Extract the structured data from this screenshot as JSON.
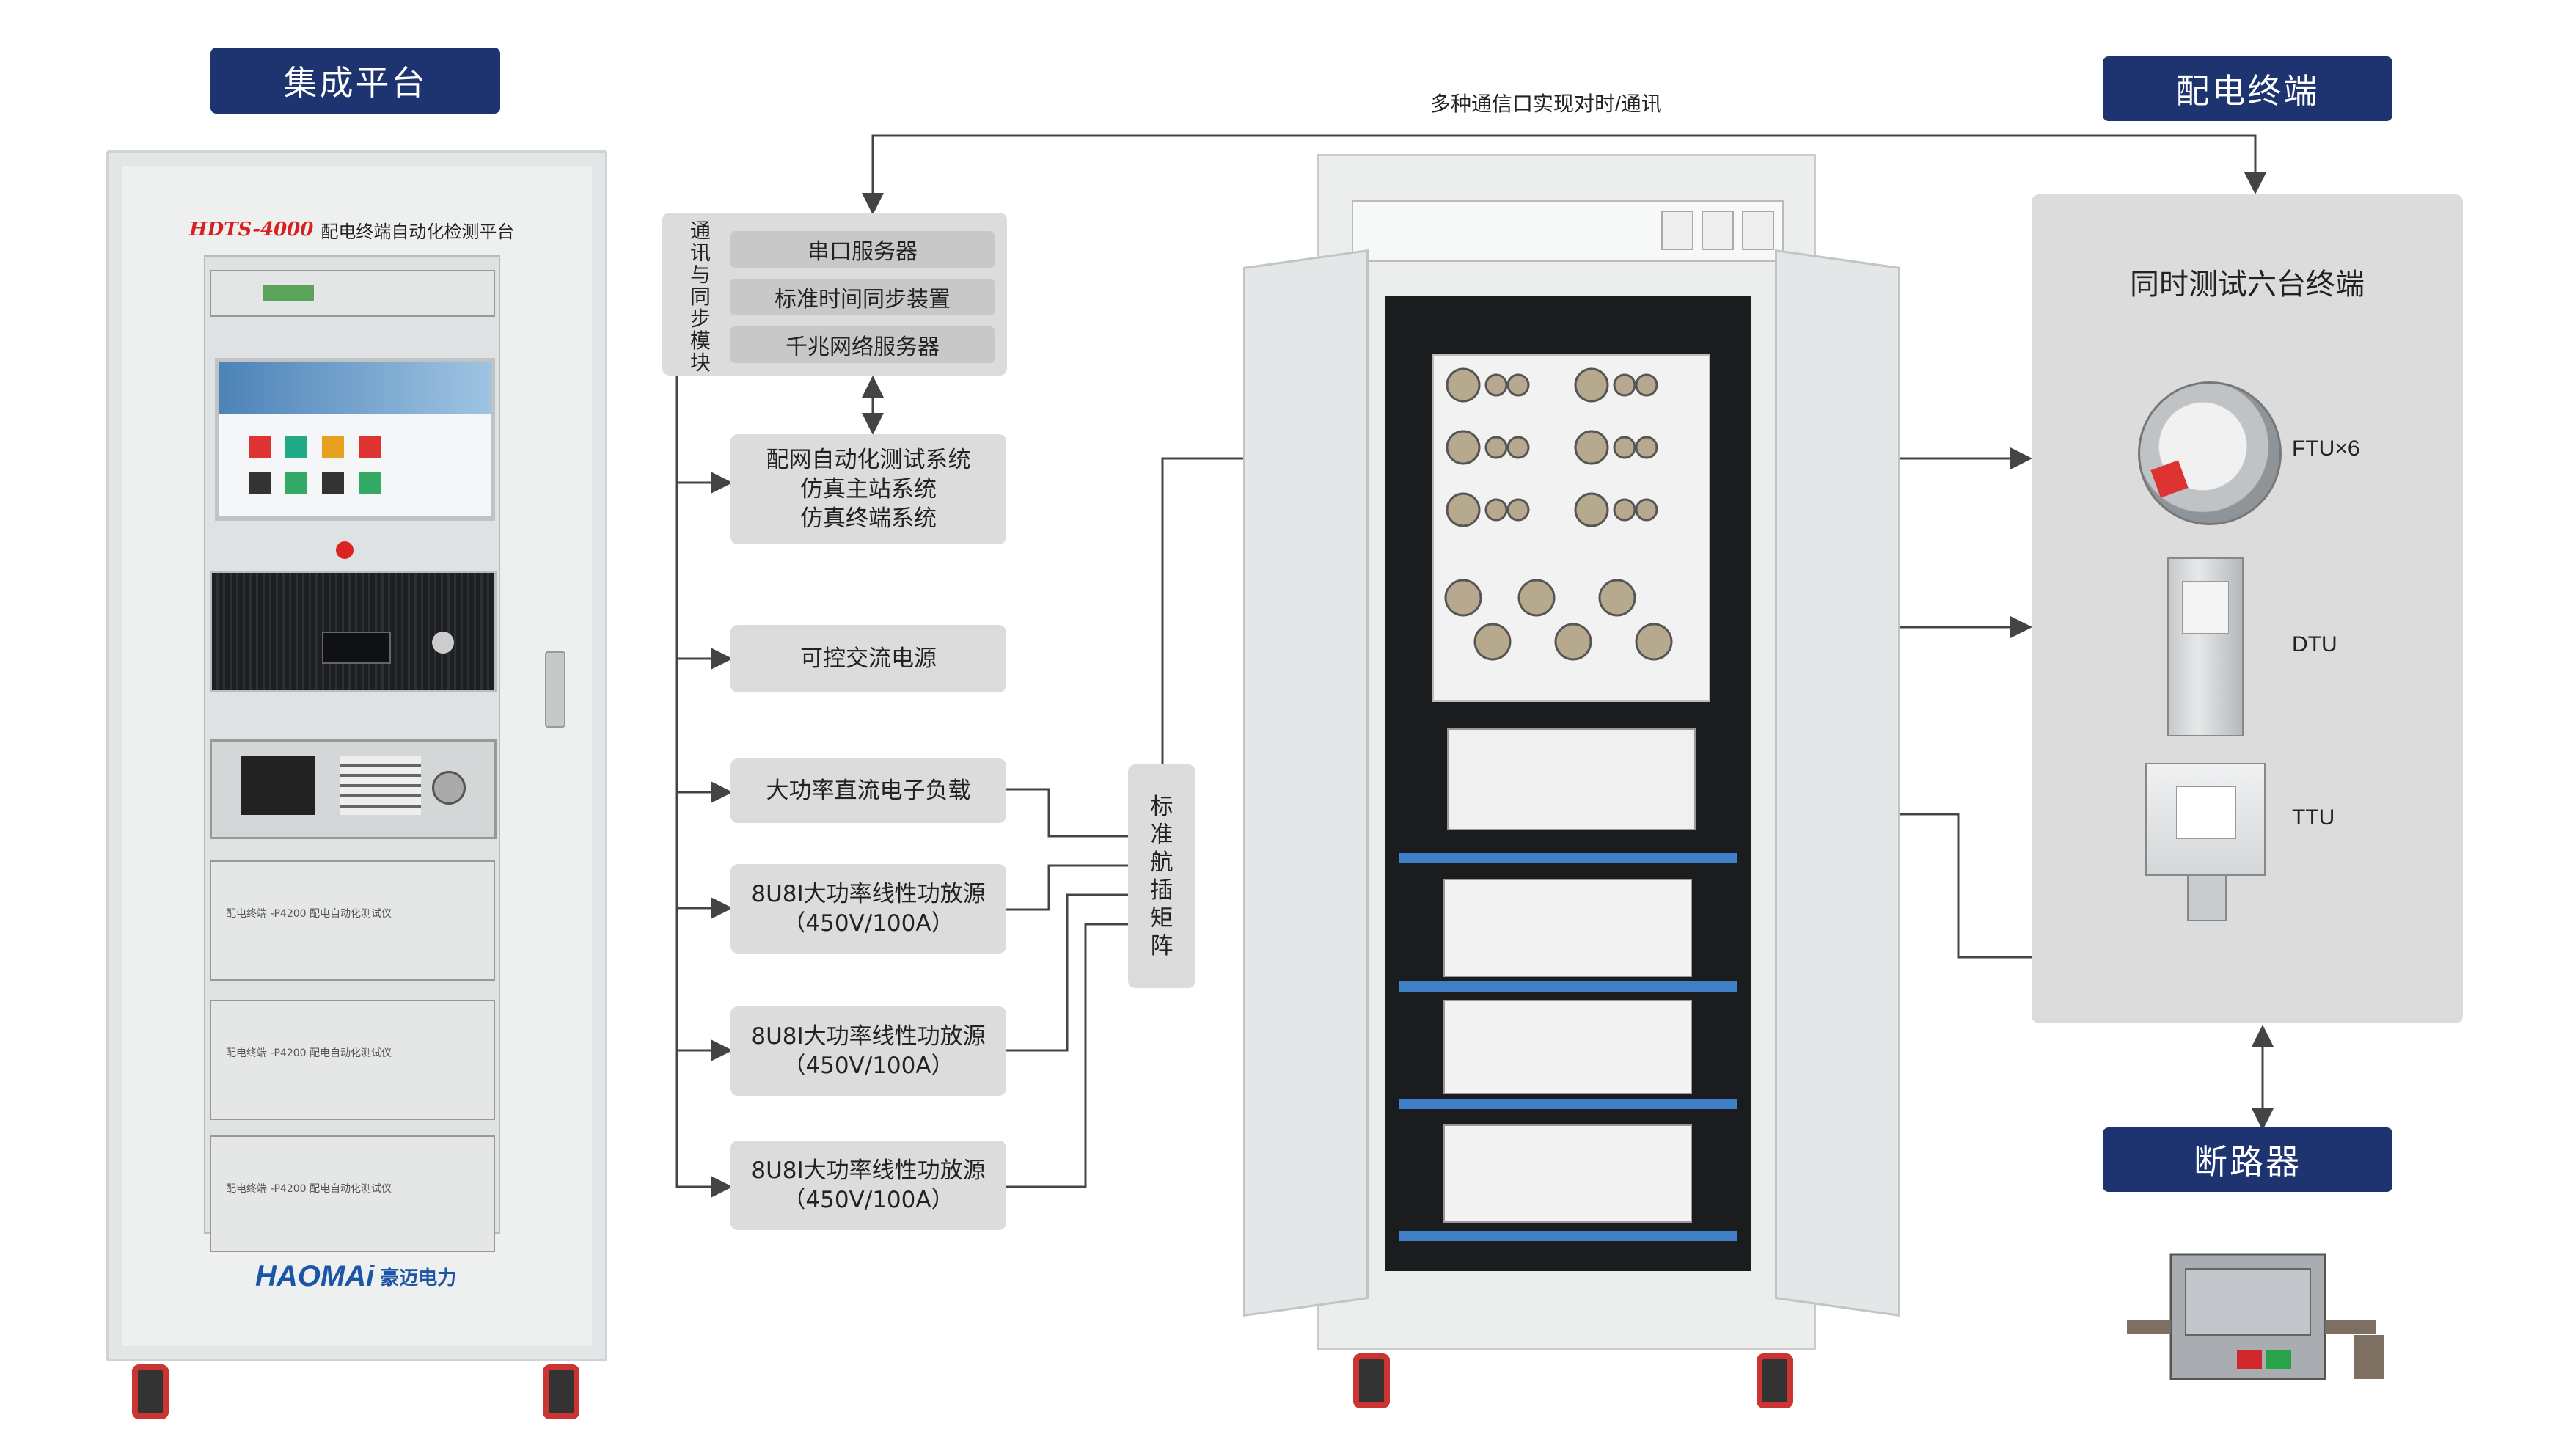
{
  "titles": {
    "platform": "集成平台",
    "terminal": "配电终端",
    "breaker": "断路器"
  },
  "top_note": "多种通信口实现对时/通讯",
  "cabinet_left": {
    "model": "HDTS-4000",
    "name": "配电终端自动化检测平台",
    "brand_en": "HAOMAi",
    "brand_cn": "豪迈电力",
    "panel_text": "配电终端 -P4200 配电自动化测试仪"
  },
  "comm_module": {
    "vertical_label": [
      "通",
      "讯",
      "与",
      "同",
      "步",
      "模",
      "块"
    ],
    "items": [
      "串口服务器",
      "标准时间同步装置",
      "千兆网络服务器"
    ]
  },
  "boxes": {
    "test_system": [
      "配网自动化测试系统",
      "仿真主站系统",
      "仿真终端系统"
    ],
    "ac_source": "可控交流电源",
    "dc_load": "大功率直流电子负载",
    "amp1": [
      "8U8I大功率线性功放源",
      "（450V/100A）"
    ],
    "amp2": [
      "8U8I大功率线性功放源",
      "（450V/100A）"
    ],
    "amp3": [
      "8U8I大功率线性功放源",
      "（450V/100A）"
    ]
  },
  "matrix": [
    "标",
    "准",
    "航",
    "插",
    "矩",
    "阵"
  ],
  "terminal_panel": {
    "title": "同时测试六台终端",
    "ftu": "FTU×6",
    "dtu": "DTU",
    "ttu": "TTU"
  },
  "colors": {
    "navy": "#1e3470",
    "gray_box": "#dcdcdc",
    "pill": "#c8c8c8",
    "line": "#444444",
    "cabinet": "#e9ecec",
    "rack_blue": "#3f7fc8"
  }
}
